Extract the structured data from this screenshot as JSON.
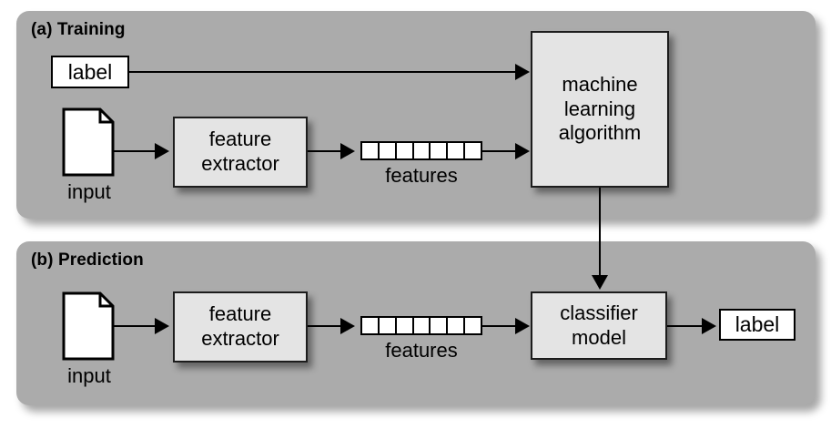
{
  "figure": {
    "background_color": "#ffffff",
    "panel_color": "#ababab",
    "box_fill_color": "#e4e4e4",
    "stroke_color": "#000000"
  },
  "panels": [
    {
      "id": "training",
      "title": "(a) Training",
      "nodes": {
        "label_box": "label",
        "input_icon_caption": "input",
        "feature_extractor_line1": "feature",
        "feature_extractor_line2": "extractor",
        "features_caption": "features",
        "features_cells": 7,
        "algorithm_line1": "machine",
        "algorithm_line2": "learning",
        "algorithm_line3": "algorithm"
      }
    },
    {
      "id": "prediction",
      "title": "(b) Prediction",
      "nodes": {
        "input_icon_caption": "input",
        "feature_extractor_line1": "feature",
        "feature_extractor_line2": "extractor",
        "features_caption": "features",
        "features_cells": 7,
        "classifier_line1": "classifier",
        "classifier_line2": "model",
        "output_label_box": "label"
      }
    }
  ],
  "icons": {
    "document": "document-page-icon",
    "arrow_right": "arrow-right-icon",
    "arrow_down": "arrow-down-icon"
  }
}
